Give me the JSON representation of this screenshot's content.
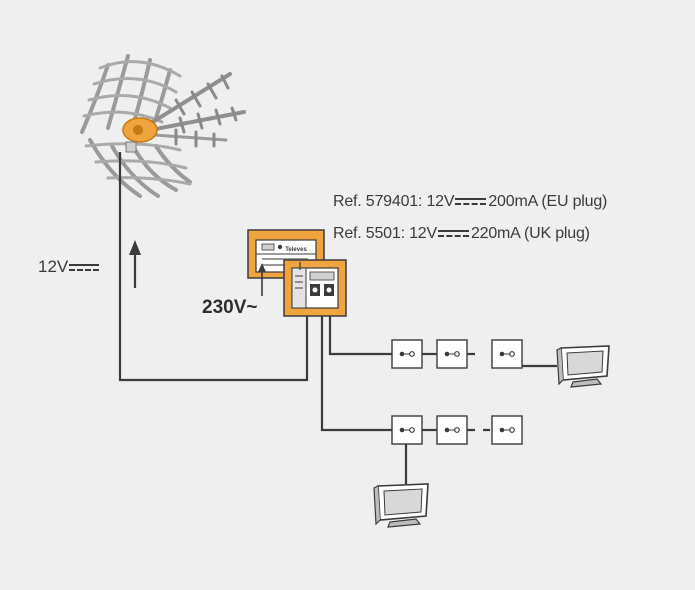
{
  "labels": {
    "left_voltage": "12V",
    "mains_voltage": "230V~",
    "ref_eu_prefix": "Ref. 579401: 12V",
    "ref_eu_suffix": "200mA (EU plug)",
    "ref_uk_prefix": "Ref. 5501: 12V",
    "ref_uk_suffix": "220mA (UK plug)",
    "brand": "Televes"
  },
  "colors": {
    "background": "#efefef",
    "line": "#3b3b3b",
    "orange": "#f0a440",
    "orange_dark": "#d8881f",
    "white": "#ffffff"
  },
  "icons": [
    "antenna-icon",
    "power-supply-icon",
    "amplifier-icon",
    "wall-outlet-icon",
    "tv-icon",
    "dc-symbol-icon",
    "arrow-up-icon"
  ]
}
